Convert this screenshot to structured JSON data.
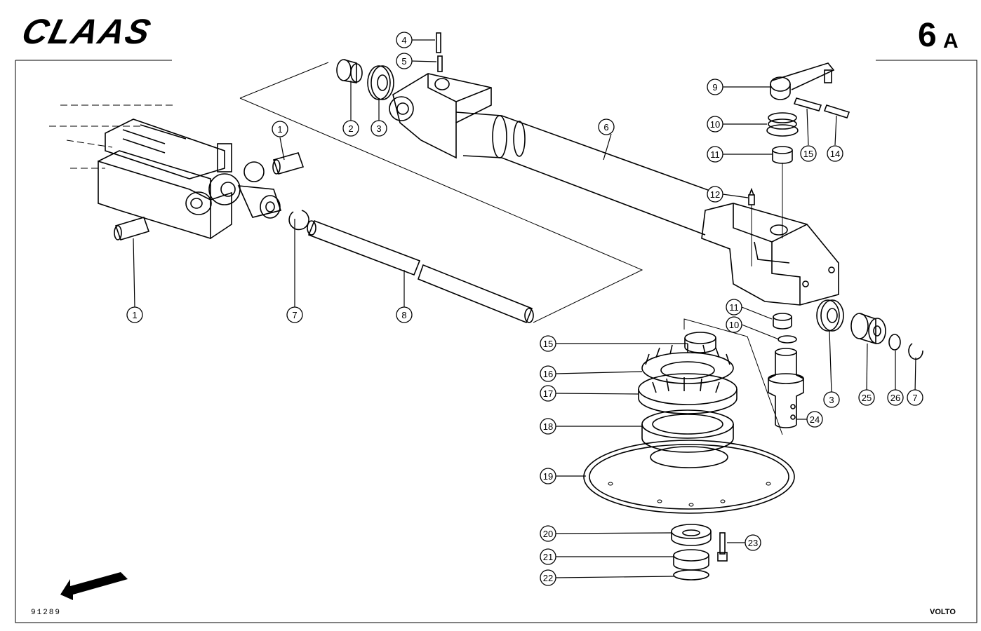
{
  "header": {
    "brand": "CLAAS",
    "page_number": "6",
    "page_suffix": "A"
  },
  "footer": {
    "drawing_code": "91289",
    "model_name": "VOLTO"
  },
  "icons": {
    "logo": "claas-logo",
    "direction_arrow": "direction-arrow-icon"
  },
  "callouts": [
    {
      "id": "c1a",
      "number": "1"
    },
    {
      "id": "c1b",
      "number": "1"
    },
    {
      "id": "c2",
      "number": "2"
    },
    {
      "id": "c3a",
      "number": "3"
    },
    {
      "id": "c3b",
      "number": "3"
    },
    {
      "id": "c4",
      "number": "4"
    },
    {
      "id": "c5",
      "number": "5"
    },
    {
      "id": "c6",
      "number": "6"
    },
    {
      "id": "c7a",
      "number": "7"
    },
    {
      "id": "c7b",
      "number": "7"
    },
    {
      "id": "c8",
      "number": "8"
    },
    {
      "id": "c9",
      "number": "9"
    },
    {
      "id": "c10a",
      "number": "10"
    },
    {
      "id": "c10b",
      "number": "10"
    },
    {
      "id": "c11a",
      "number": "11"
    },
    {
      "id": "c11b",
      "number": "11"
    },
    {
      "id": "c12",
      "number": "12"
    },
    {
      "id": "c14",
      "number": "14"
    },
    {
      "id": "c15a",
      "number": "15"
    },
    {
      "id": "c15b",
      "number": "15"
    },
    {
      "id": "c16",
      "number": "16"
    },
    {
      "id": "c17",
      "number": "17"
    },
    {
      "id": "c18",
      "number": "18"
    },
    {
      "id": "c19",
      "number": "19"
    },
    {
      "id": "c20",
      "number": "20"
    },
    {
      "id": "c21",
      "number": "21"
    },
    {
      "id": "c22",
      "number": "22"
    },
    {
      "id": "c23",
      "number": "23"
    },
    {
      "id": "c24",
      "number": "24"
    },
    {
      "id": "c25",
      "number": "25"
    },
    {
      "id": "c26",
      "number": "26"
    }
  ]
}
